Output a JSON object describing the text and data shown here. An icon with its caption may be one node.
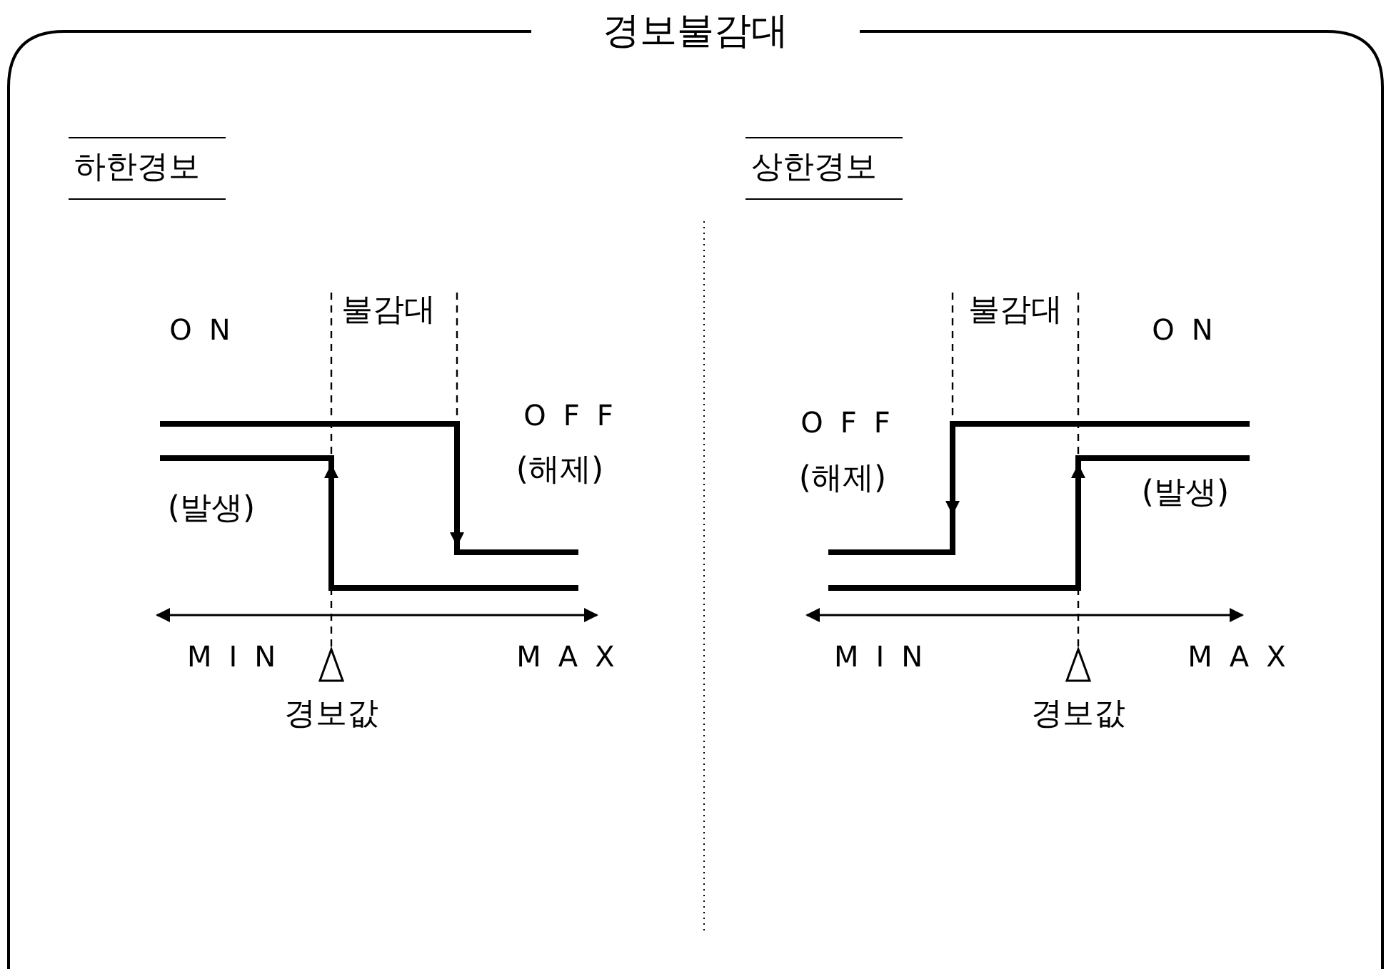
{
  "diagram": {
    "title": "경보불감대",
    "labels": [
      "하한경보",
      "ON",
      "불감대",
      "OFF",
      "(해제)",
      "(발생)",
      "MIN",
      "MAX",
      "경보값",
      "상한경보",
      "불감대",
      "ON",
      "OFF",
      "(해제)",
      "(발생)",
      "MIN",
      "MAX",
      "경보값"
    ]
  }
}
